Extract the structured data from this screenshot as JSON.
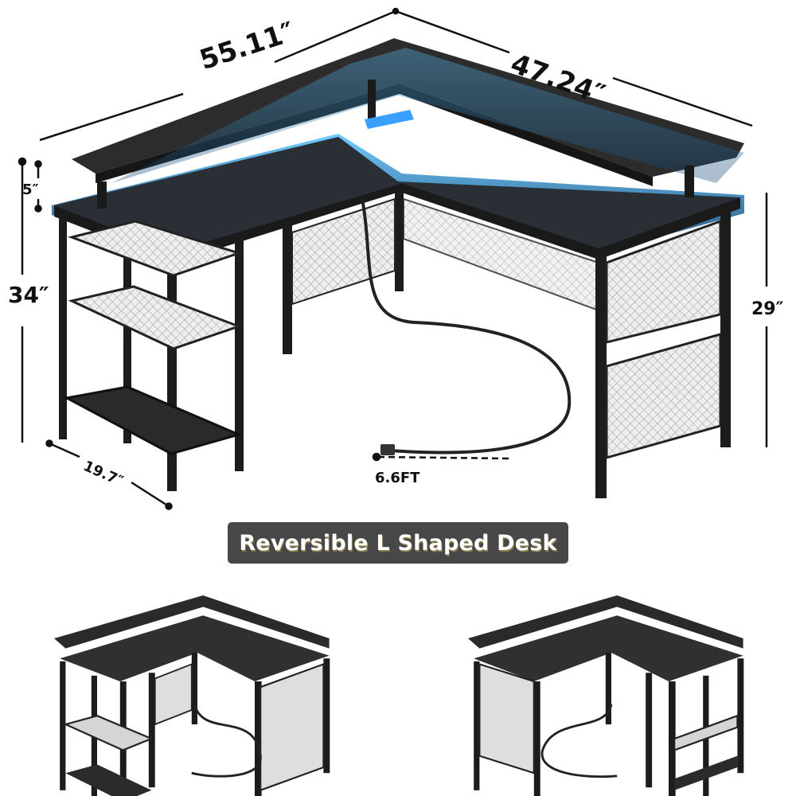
{
  "product": {
    "title": "Reversible L Shaped Desk",
    "colors": {
      "desktop": "#2b2b2b",
      "led_glow": "#2e9bff",
      "frame": "#1c1c1c",
      "mesh": "#d8d8d8",
      "banner_bg": "#474747",
      "banner_text": "#ffffff",
      "banner_shadow": "#8a7a4c"
    }
  },
  "dimensions": {
    "width_left": "55.11″",
    "width_right": "47.24″",
    "monitor_riser_height": "5″",
    "total_height": "34″",
    "desk_height": "29″",
    "depth": "19.7″",
    "power_cord_length": "6.6FT"
  },
  "banner": {
    "label": "Reversible L Shaped Desk"
  },
  "variants": [
    {
      "name": "left-orientation",
      "shelves_side": "left"
    },
    {
      "name": "right-orientation",
      "shelves_side": "right"
    }
  ]
}
